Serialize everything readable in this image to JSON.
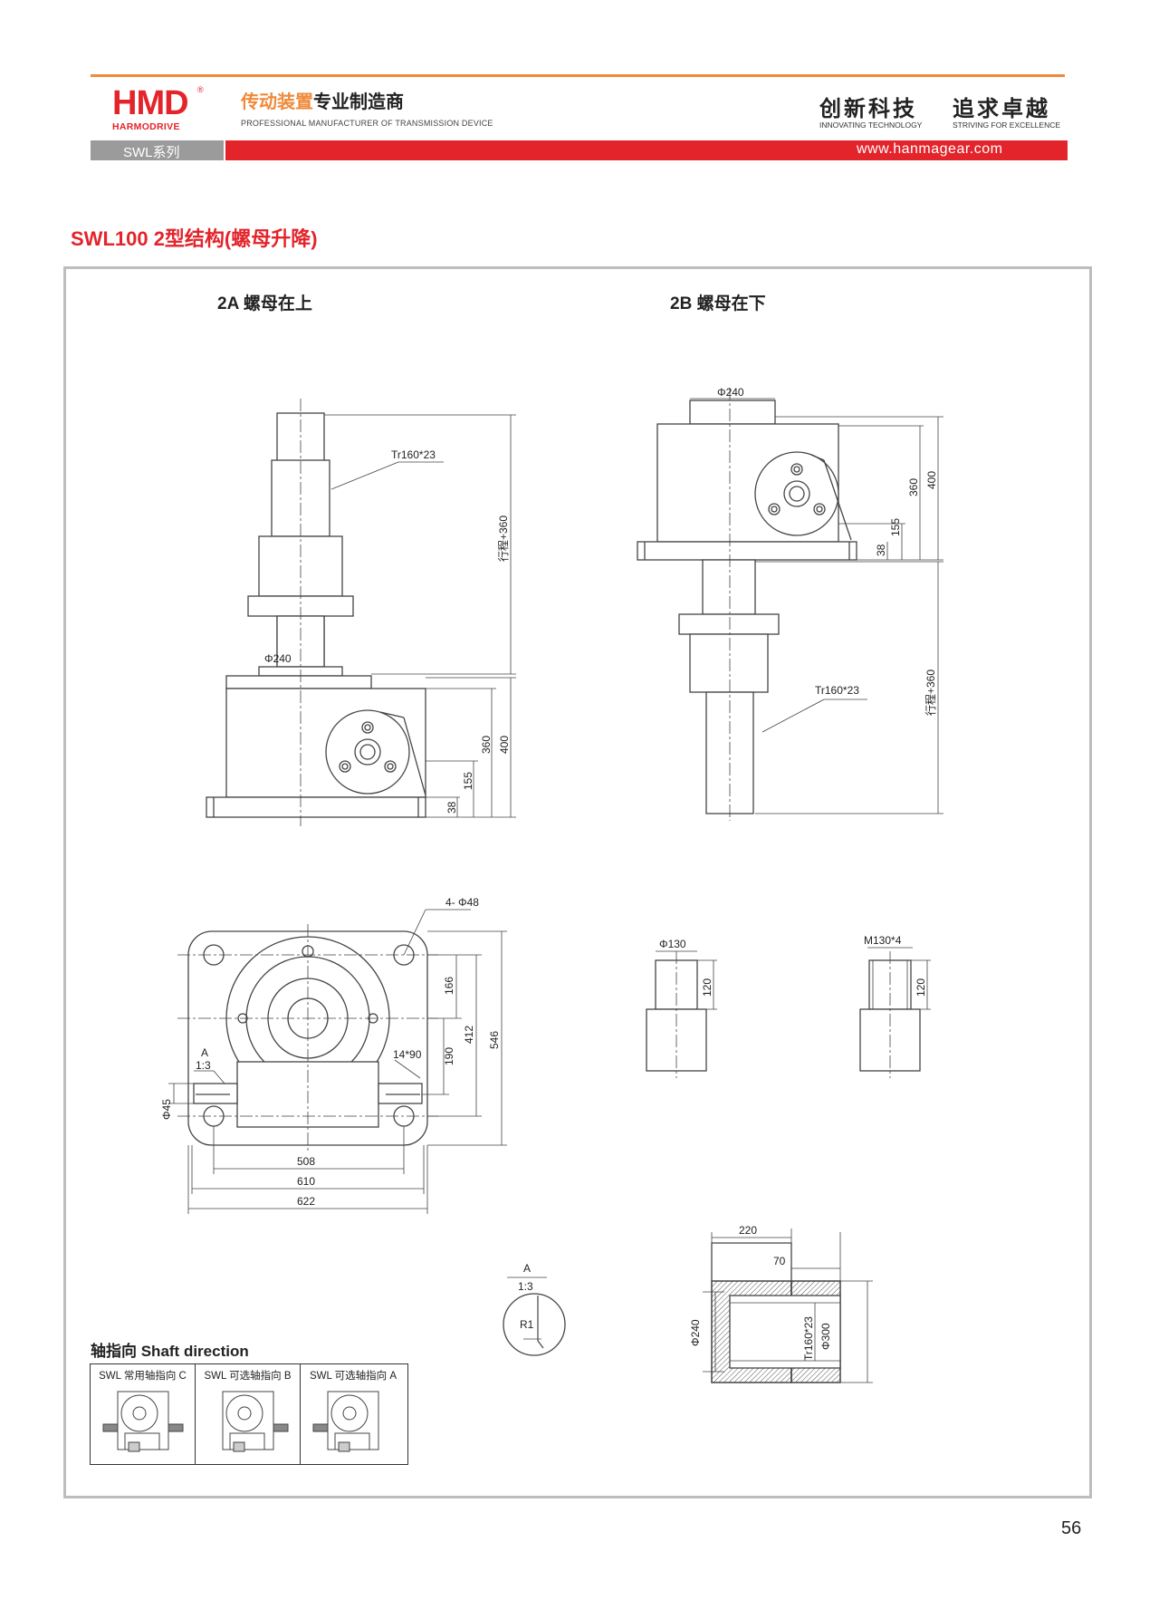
{
  "header": {
    "brand_mark": "HMD",
    "brand_name": "HARMODRIVE",
    "registered": "®",
    "tagline_orange": "传动装置",
    "tagline_black": "专业制造商",
    "tagline_en": "PROFESSIONAL MANUFACTURER OF TRANSMISSION DEVICE",
    "slogan_1": "创新科技",
    "slogan_1_en": "INNOVATING TECHNOLOGY",
    "slogan_2": "追求卓越",
    "slogan_2_en": "STRIVING FOR EXCELLENCE",
    "series_label": "SWL系列",
    "website": "www.hanmagear.com"
  },
  "colors": {
    "brand_red": "#e3242b",
    "accent_orange": "#f0893a",
    "bar_gray": "#9b9b9b",
    "frame_gray": "#bdbdbd"
  },
  "page_title": "SWL100  2型结构(螺母升降)",
  "views": {
    "view_2a": {
      "title": "2A 螺母在上",
      "thread_label": "Tr160*23",
      "top_diameter": "Φ240",
      "stroke_label": "行程+360",
      "dim_360": "360",
      "dim_400": "400",
      "dim_155": "155",
      "dim_38": "38"
    },
    "view_2b": {
      "title": "2B 螺母在下",
      "top_diameter": "Φ240",
      "thread_label": "Tr160*23",
      "stroke_label": "行程+360",
      "dim_360": "360",
      "dim_400": "400",
      "dim_155": "155",
      "dim_38": "38"
    },
    "plan_view": {
      "holes": "4- Φ48",
      "dim_166": "166",
      "dim_412": "412",
      "dim_546": "546",
      "dim_190": "190",
      "key_label": "14*90",
      "detail_ref": "A",
      "detail_scale": "1:3",
      "shaft_dia": "Φ45",
      "dim_508": "508",
      "dim_610": "610",
      "dim_622": "622"
    },
    "shaft_end_1": {
      "diameter": "Φ130",
      "length": "120"
    },
    "shaft_end_2": {
      "thread": "M130*4",
      "length": "120"
    },
    "detail_a": {
      "ref": "A",
      "scale": "1:3",
      "radius": "R1"
    },
    "nut_section": {
      "dim_220": "220",
      "dim_70": "70",
      "dia_240": "Φ240",
      "thread": "Tr160*23",
      "dia_300": "Φ300"
    }
  },
  "shaft_direction": {
    "title": "轴指向  Shaft direction",
    "options": [
      {
        "label": "SWL 常用轴指向 C"
      },
      {
        "label": "SWL 可选轴指向 B"
      },
      {
        "label": "SWL 可选轴指向 A"
      }
    ]
  },
  "page_number": "56"
}
